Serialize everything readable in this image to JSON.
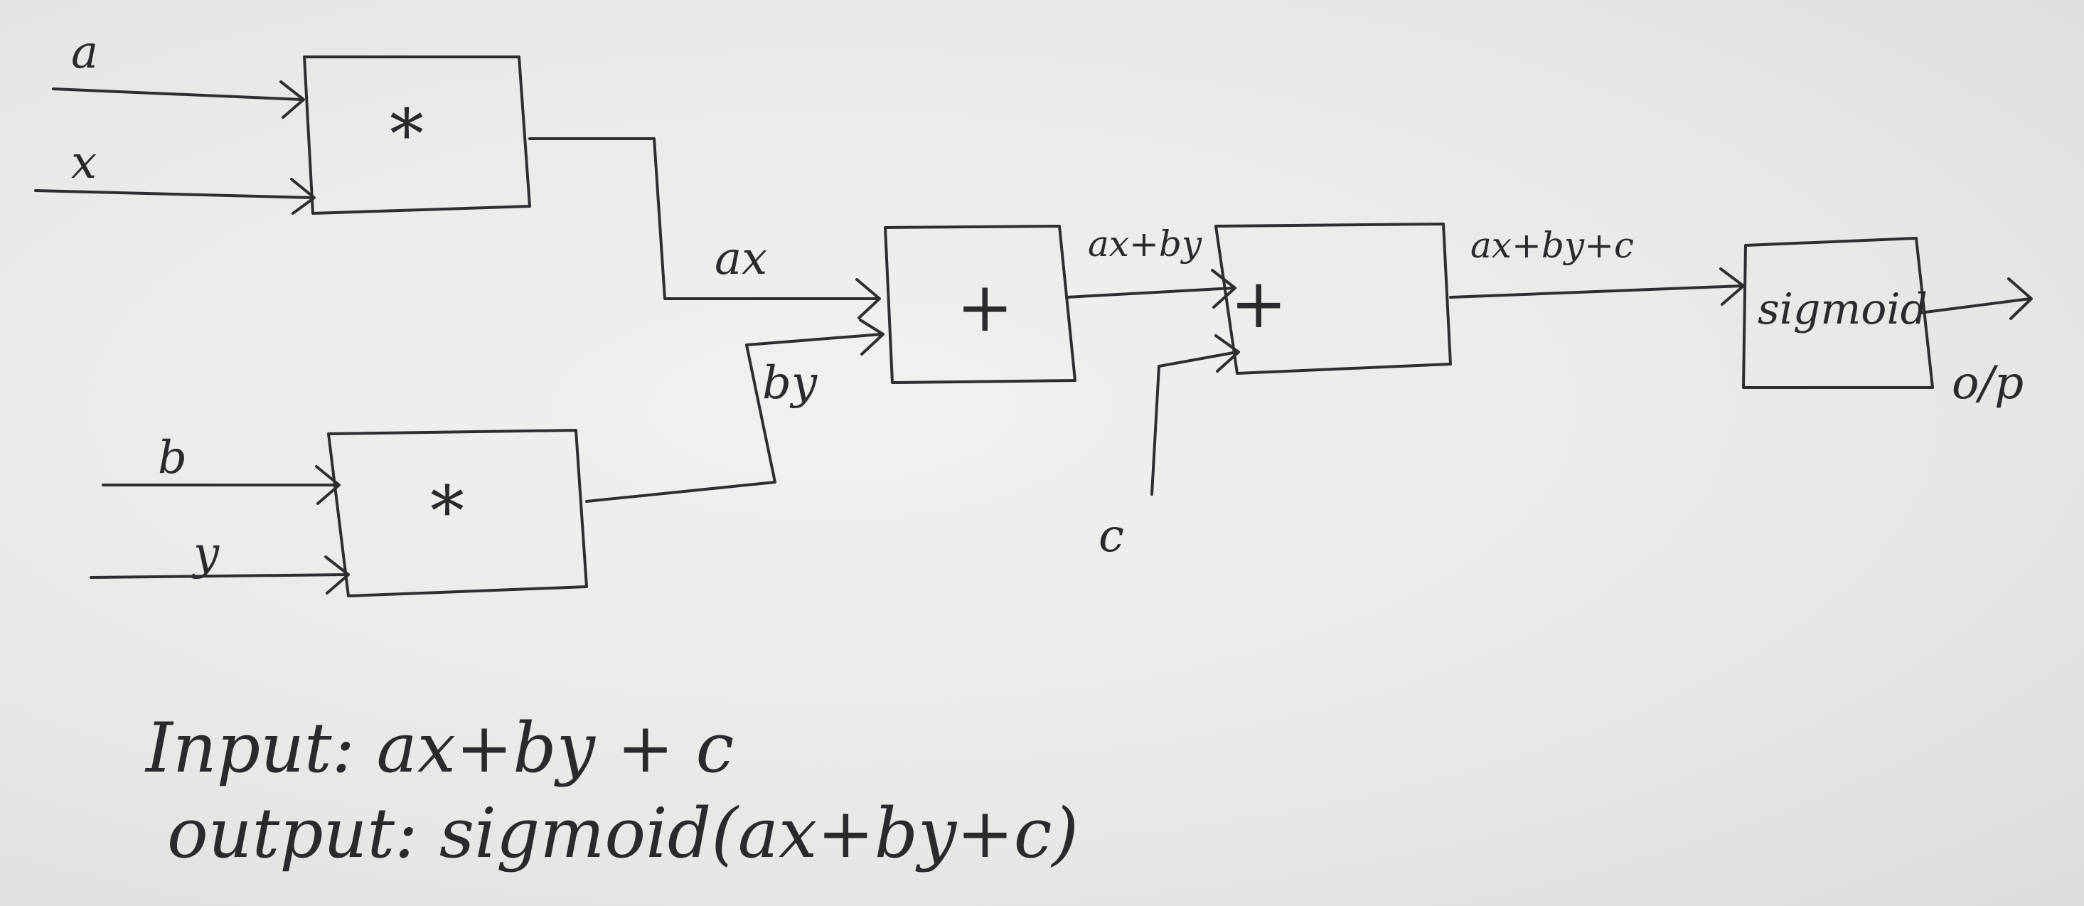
{
  "background_color": "#e9e9e7",
  "ink_color": "#2e2e30",
  "inputs": {
    "a": "a",
    "x": "x",
    "b": "b",
    "y": "y",
    "c": "c"
  },
  "nodes": {
    "mul_top": "*",
    "mul_bottom": "*",
    "add_1": "+",
    "add_2": "+",
    "sigmoid": "sigmoid"
  },
  "edges": {
    "ax": "ax",
    "by": "by",
    "ax_by": "ax+by",
    "ax_by_c": "ax+by+c",
    "output": "o/p"
  },
  "notes": {
    "input_line": "Input: ax+by + c",
    "output_line": "output: sigmoid(ax+by+c)"
  }
}
